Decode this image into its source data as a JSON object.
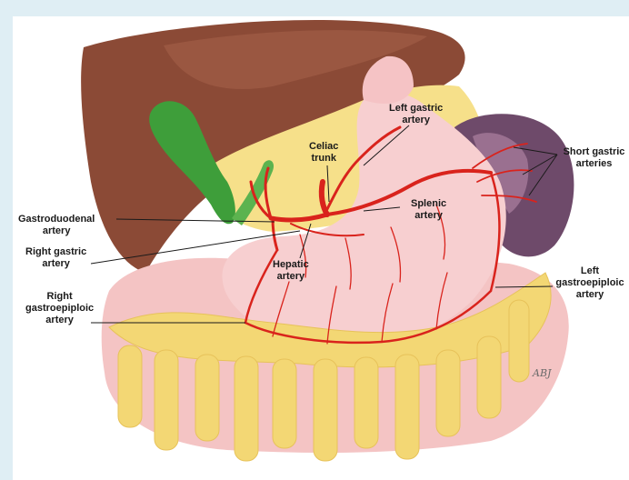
{
  "labels": {
    "left_gastric": [
      "Left gastric",
      "artery"
    ],
    "celiac_trunk": [
      "Celiac",
      "trunk"
    ],
    "short_gastric": [
      "Short gastric",
      "arteries"
    ],
    "gastroduodenal": [
      "Gastroduodenal",
      "artery"
    ],
    "splenic": [
      "Splenic",
      "artery"
    ],
    "right_gastric": [
      "Right gastric",
      "artery"
    ],
    "hepatic": [
      "Hepatic",
      "artery"
    ],
    "left_gastroepiploic": [
      "Left",
      "gastroepiploic",
      "artery"
    ],
    "right_gastroepiploic": [
      "Right",
      "gastroepiploic",
      "artery"
    ]
  },
  "signature": "ABJ",
  "colors": {
    "liver": "#8b4a36",
    "gallbladder": "#3e9e3a",
    "stomach": "#f6c8c8",
    "spleen": "#6e4a6a",
    "fat": "#f3d774",
    "artery": "#d9231c"
  }
}
